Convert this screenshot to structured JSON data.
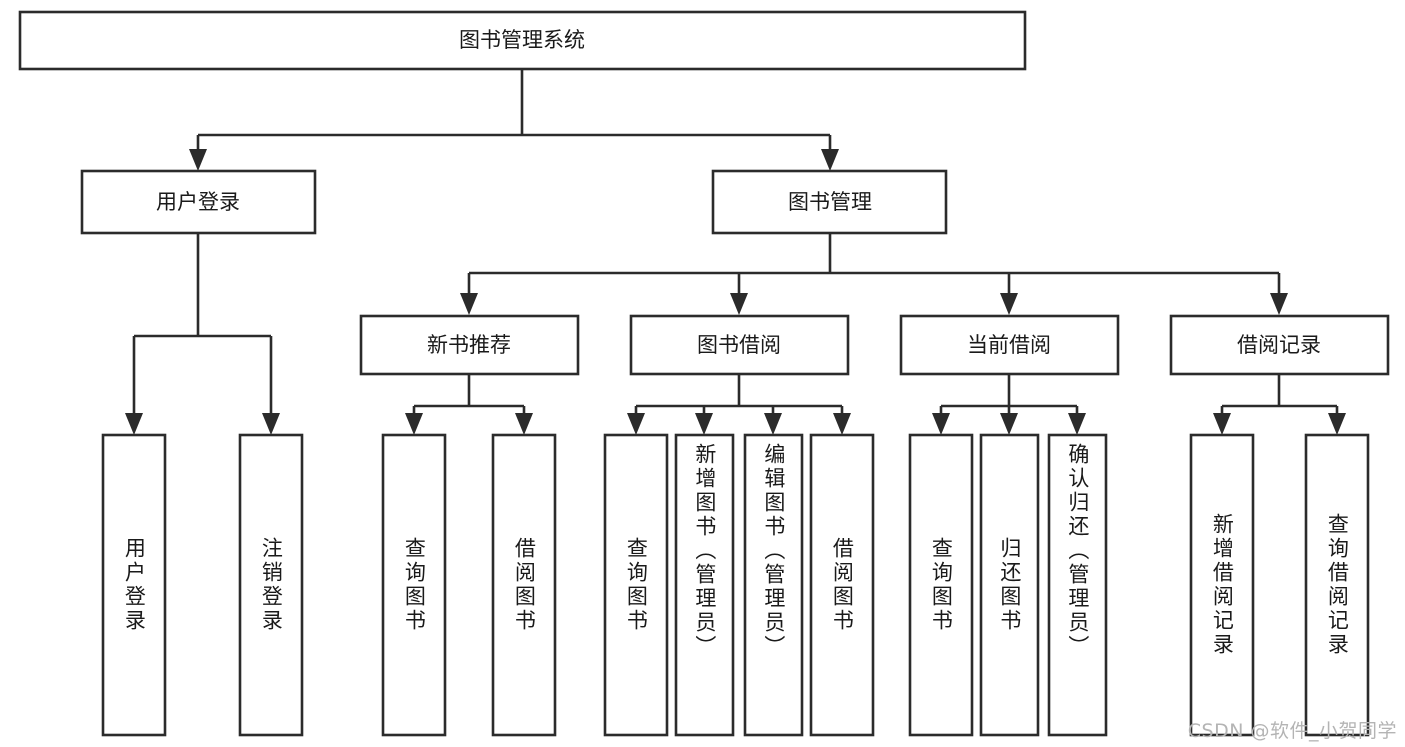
{
  "diagram": {
    "title": "图书管理系统",
    "type": "tree",
    "orientation": "top-down",
    "colors": {
      "box_fill": "#ffffff",
      "box_stroke": "#2b2b2b",
      "text": "#1a1a1a",
      "background": "#ffffff",
      "watermark": "#b4b4b4"
    },
    "root": {
      "label": "图书管理系统"
    },
    "level2": [
      {
        "label": "用户登录"
      },
      {
        "label": "图书管理"
      }
    ],
    "level3": [
      {
        "label": "新书推荐"
      },
      {
        "label": "图书借阅"
      },
      {
        "label": "当前借阅"
      },
      {
        "label": "借阅记录"
      }
    ],
    "leaves": {
      "user_login": [
        {
          "label": "用户登录"
        },
        {
          "label": "注销登录"
        }
      ],
      "new_book_recommend": [
        {
          "label": "查询图书"
        },
        {
          "label": "借阅图书"
        }
      ],
      "book_borrow": [
        {
          "label": "查询图书"
        },
        {
          "label": "新增图书（管理员）"
        },
        {
          "label": "编辑图书（管理员）"
        },
        {
          "label": "借阅图书"
        }
      ],
      "current_borrow": [
        {
          "label": "查询图书"
        },
        {
          "label": "归还图书"
        },
        {
          "label": "确认归还（管理员）"
        }
      ],
      "borrow_record": [
        {
          "label": "新增借阅记录"
        },
        {
          "label": "查询借阅记录"
        }
      ]
    }
  },
  "watermark": {
    "text": "CSDN @软件_小贺同学"
  }
}
